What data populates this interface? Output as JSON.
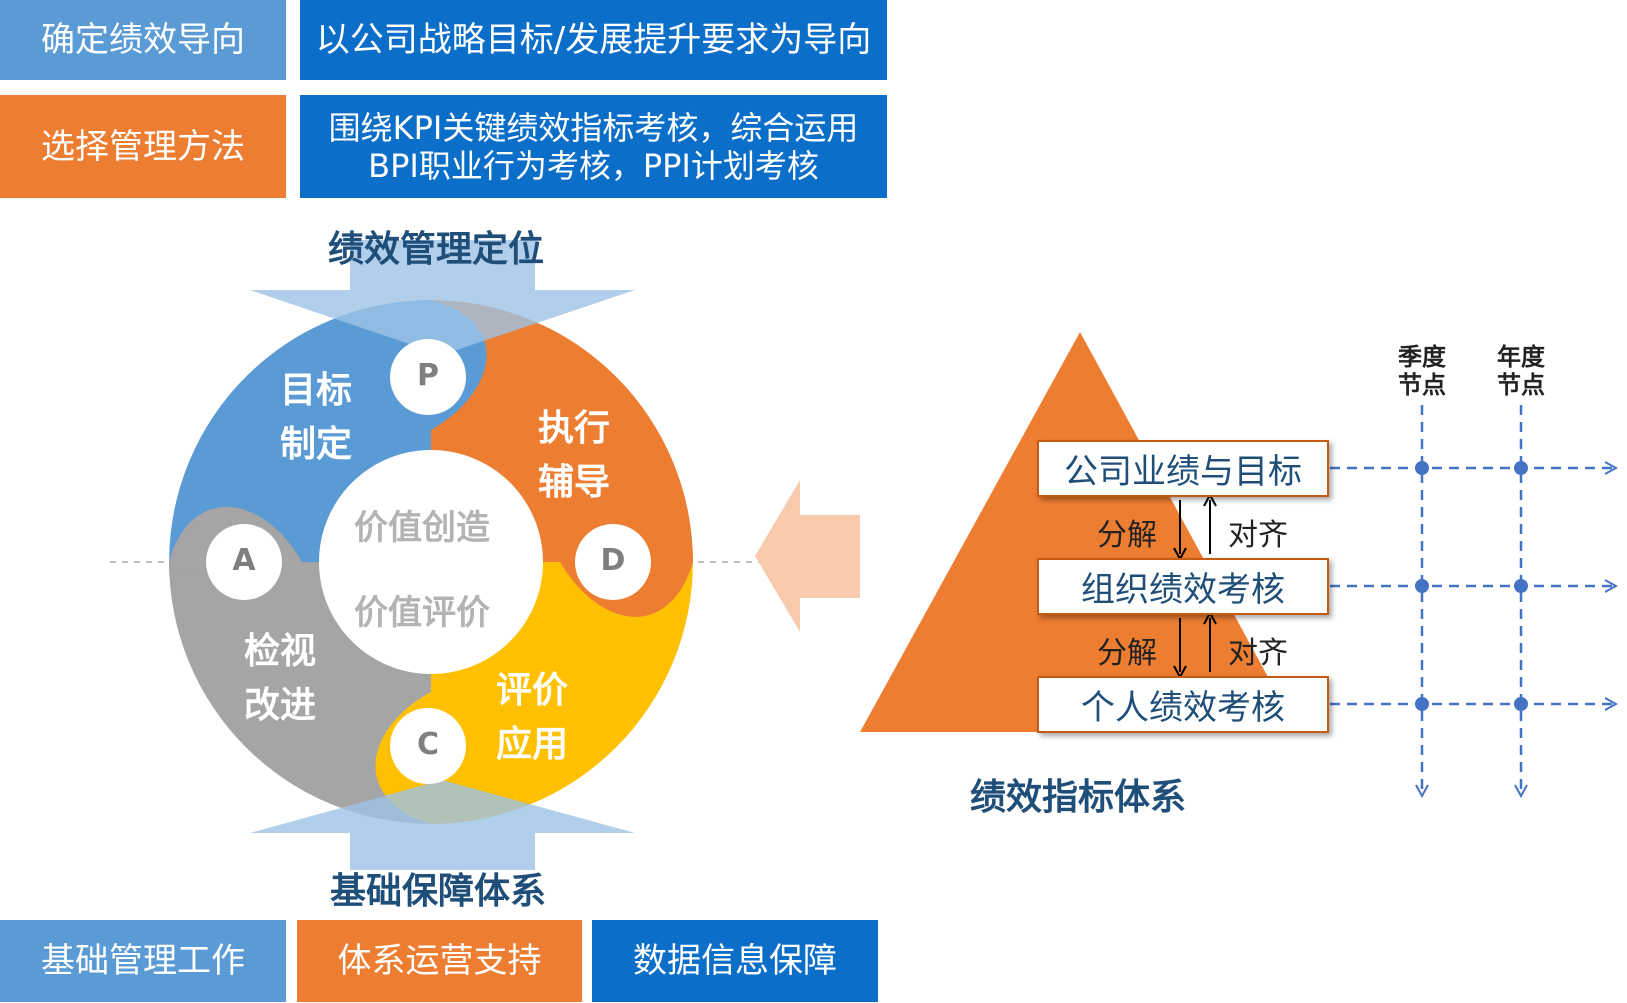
{
  "top_rows": [
    {
      "label": "确定绩效导向",
      "content": [
        "以公司战略目标/发展提升要求为导向"
      ]
    },
    {
      "label": "选择管理方法",
      "content": [
        "围绕KPI关键绩效指标考核，综合运用",
        "BPI职业行为考核，PPI计划考核"
      ]
    }
  ],
  "cycle": {
    "top_title": "绩效管理定位",
    "bottom_title": "基础保障体系",
    "segments": [
      {
        "letter": "P",
        "line1": "目标",
        "line2": "制定",
        "color": "#5b9bd5"
      },
      {
        "letter": "D",
        "line1": "执行",
        "line2": "辅导",
        "color": "#ed7d31"
      },
      {
        "letter": "C",
        "line1": "评价",
        "line2": "应用",
        "color": "#ffc000"
      },
      {
        "letter": "A",
        "line1": "检视",
        "line2": "改进",
        "color": "#a5a5a5"
      }
    ],
    "center": [
      "价值创造",
      "价值评价"
    ]
  },
  "bottom_boxes": [
    "基础管理工作",
    "体系运营支持",
    "数据信息保障"
  ],
  "pyramid": {
    "levels": [
      "公司业绩与目标",
      "组织绩效考核",
      "个人绩效考核"
    ],
    "decompose": "分解",
    "align": "对齐",
    "title": "绩效指标体系"
  },
  "timeline": {
    "nodes": [
      {
        "line1": "季度",
        "line2": "节点"
      },
      {
        "line1": "年度",
        "line2": "节点"
      }
    ]
  },
  "colors": {
    "light_blue": "#5b9bd5",
    "dark_blue": "#0b6ec8",
    "orange": "#ed7d31",
    "yellow": "#ffc000",
    "gray": "#a5a5a5",
    "navy": "#1f4e79"
  }
}
